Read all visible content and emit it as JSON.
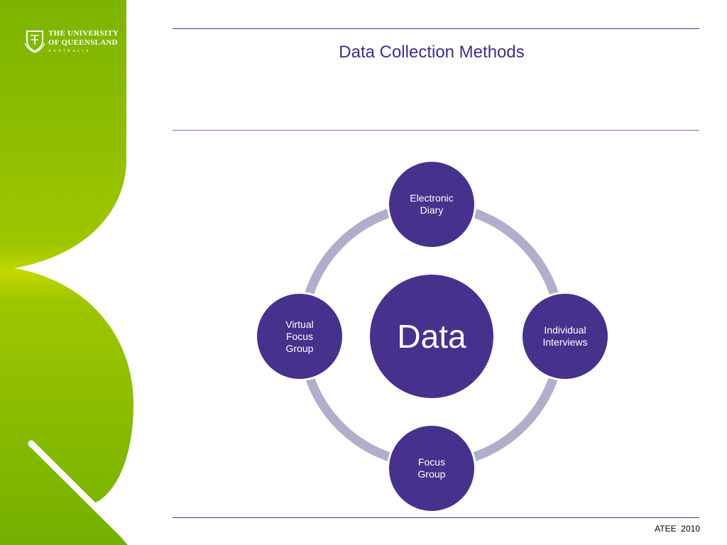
{
  "branding": {
    "university_line1": "THE UNIVERSITY",
    "university_line2": "OF QUEENSLAND",
    "country": "AUSTRALIA",
    "green": "#7ab800",
    "lime": "#c5d600"
  },
  "slide": {
    "title": "Data Collection Methods",
    "footer": "ATEE  2010"
  },
  "diagram": {
    "type": "cycle",
    "center": "Data",
    "nodes": [
      "Electronic\nDiary",
      "Individual\nInterviews",
      "Focus\nGroup",
      "Virtual\nFocus\nGroup"
    ],
    "node_color": "#46318c",
    "ring_color": "#b0aecb"
  }
}
